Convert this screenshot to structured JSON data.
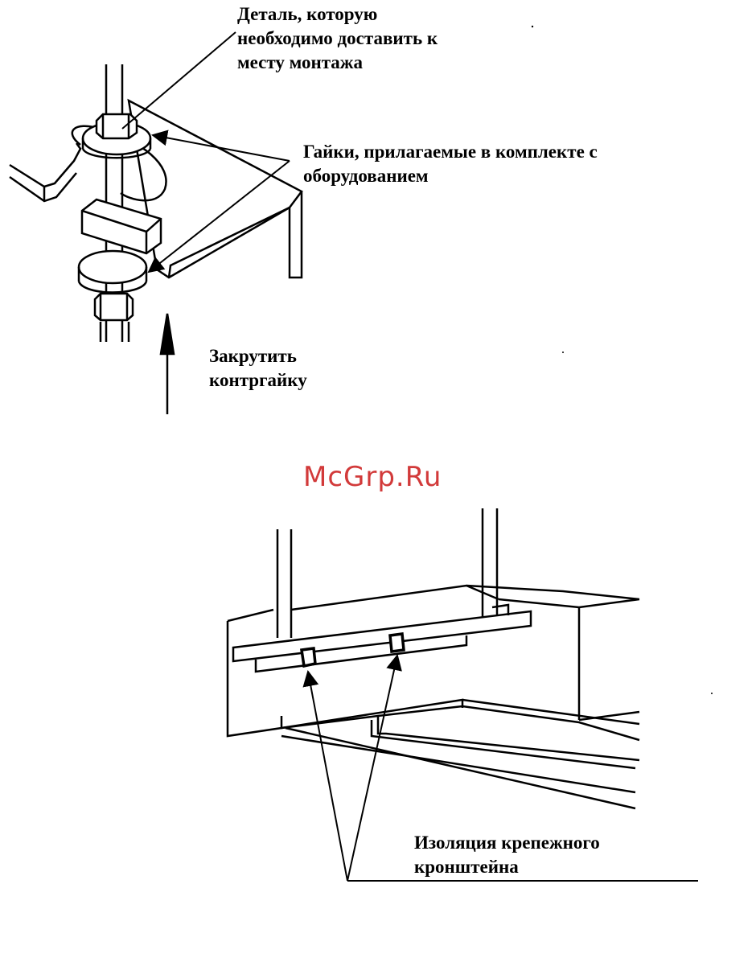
{
  "diagram": {
    "top": {
      "callout_part": [
        "Деталь, которую",
        "необходимо доставить к",
        "месту монтажа"
      ],
      "callout_nuts": [
        "Гайки, прилагаемые в комплекте с",
        "оборудованием"
      ],
      "callout_locknut": [
        "Закрутить",
        "контргайку"
      ]
    },
    "bottom": {
      "callout_insulation": [
        "Изоляция крепежного",
        "кронштейна"
      ]
    }
  },
  "watermark": "McGrp.Ru",
  "colors": {
    "line": "#000000",
    "watermark": "#d23a3a",
    "background": "#ffffff"
  }
}
